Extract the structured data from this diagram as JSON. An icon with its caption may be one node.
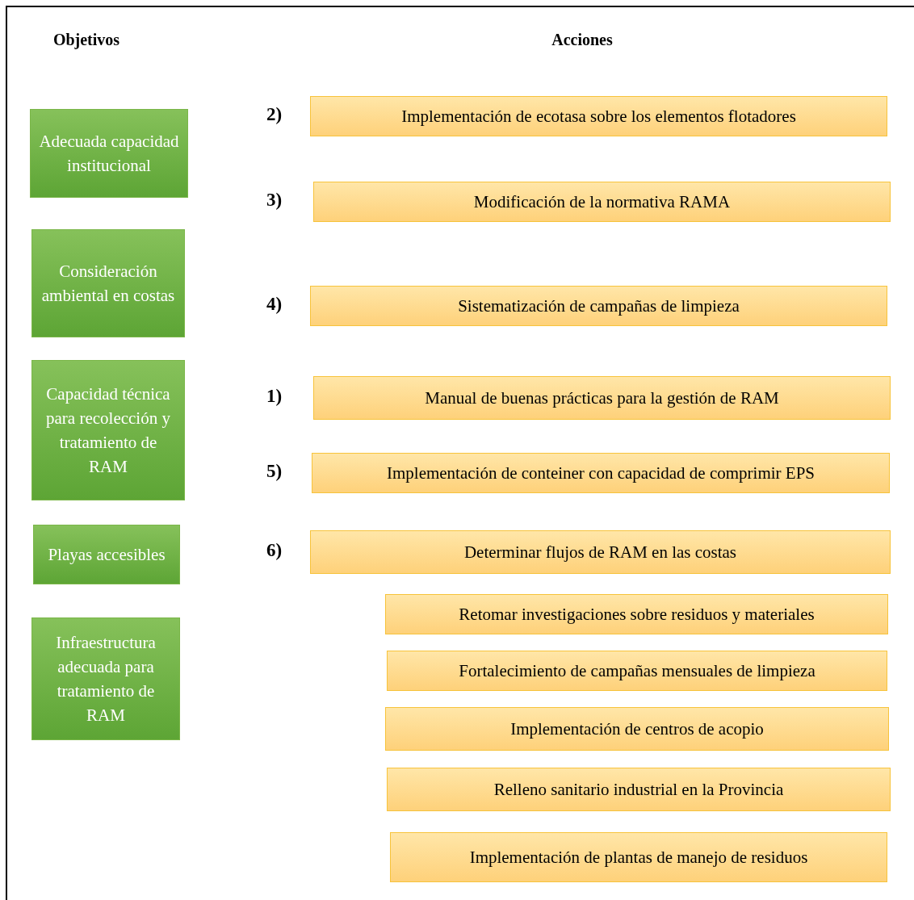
{
  "diagram": {
    "nodes": [
      {
        "text": [
          "Adecuada capacidad institucional"
        ]
      },
      {
        "text": [
          "Consideración ambiental en costas"
        ]
      },
      {
        "text": [
          "Capacidad técnica para recolección y tratamiento de RAM"
        ]
      },
      {
        "text": [
          "Playas accesibles"
        ]
      },
      {
        "text": [
          "Infraestructura adecuada para tratamiento de RAM"
        ]
      },
      {
        "text": [
          "Implementación de ecotasa sobre los elementos flotadores"
        ],
        "beside": [
          "2)"
        ]
      },
      {
        "text": [
          "Modificación de la normativa RAMA"
        ],
        "beside": [
          "3)"
        ]
      },
      {
        "text": [
          "Sistematización de campañas de limpieza"
        ],
        "beside": [
          "4)"
        ]
      },
      {
        "text": [
          "Manual de buenas prácticas para la gestión de RAM"
        ],
        "beside": [
          "1)"
        ]
      },
      {
        "text": [
          "Implementación de conteiner con capacidad de comprimir EPS"
        ],
        "beside": [
          "5)"
        ]
      },
      {
        "text": [
          "Determinar flujos de RAM en las costas"
        ],
        "beside": [
          "6)"
        ]
      },
      {
        "text": [
          "Retomar investigaciones sobre residuos y materiales"
        ]
      },
      {
        "text": [
          "Fortalecimiento de campañas mensuales de limpieza"
        ]
      },
      {
        "text": [
          "Implementación de centros de acopio"
        ]
      },
      {
        "text": [
          "Relleno sanitario industrial en la Provincia"
        ]
      },
      {
        "text": [
          "Implementación de plantas de manejo de residuos"
        ]
      }
    ],
    "labels": [
      "Objetivos",
      "Acciones"
    ]
  }
}
